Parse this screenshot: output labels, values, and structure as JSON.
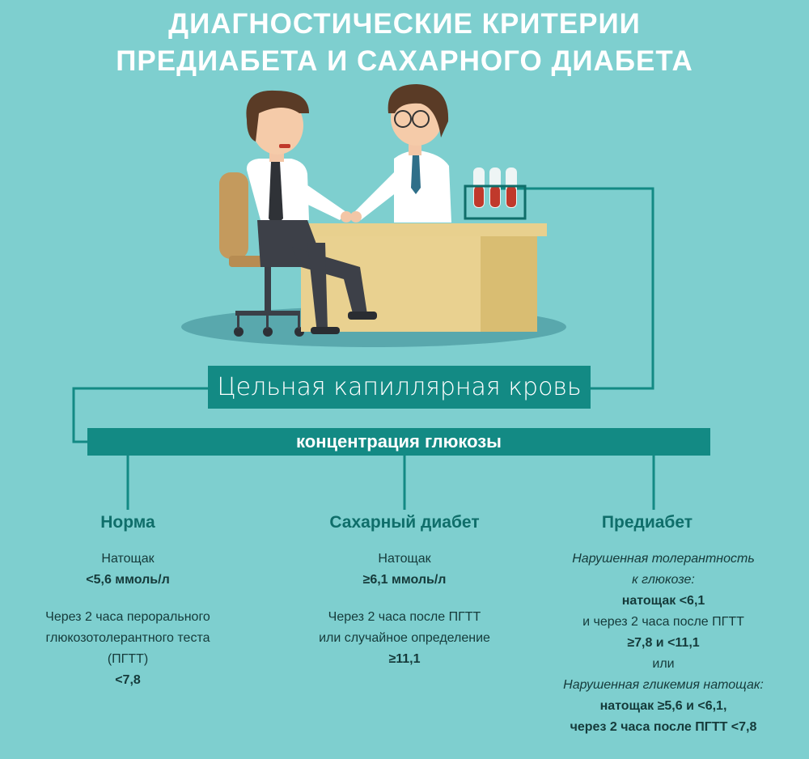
{
  "header": {
    "title_line1": "ДИАГНОСТИЧЕСКИЕ КРИТЕРИИ",
    "title_line2": "ПРЕДИАБЕТА И САХАРНОГО ДИАБЕТА"
  },
  "sample_label": "Цельная капиллярная кровь",
  "measure_label": "концентрация глюкозы",
  "colors": {
    "background": "#7ecfcf",
    "accent": "#138a84",
    "heading": "#0f6e6a"
  },
  "columns": {
    "norm": {
      "title": "Норма",
      "fasting_label": "Натощак",
      "fasting_value": "<5,6 ммоль/л",
      "ogtt_line1": "Через 2 часа перорального",
      "ogtt_line2": "глюкозотолерантного теста",
      "ogtt_line3": "(ПГТТ)",
      "ogtt_value": "<7,8"
    },
    "diabetes": {
      "title": "Сахарный диабет",
      "fasting_label": "Натощак",
      "fasting_value": "≥6,1 ммоль/л",
      "ogtt_line1": "Через 2 часа после ПГТТ",
      "ogtt_line2": "или случайное определение",
      "ogtt_value": "≥11,1"
    },
    "prediabetes": {
      "title": "Предиабет",
      "igt_line1": "Нарушенная толерантность",
      "igt_line2": "к глюкозе:",
      "igt_fasting": "натощак <6,1",
      "igt_after": "и через 2 часа после ПГТТ",
      "igt_after_value": "≥7,8 и <11,1",
      "or_label": "или",
      "ifg_label": "Нарушенная гликемия натощак:",
      "ifg_fasting": "натощак ≥5,6 и <6,1,",
      "ifg_after": "через 2 часа после ПГТТ <7,8"
    }
  }
}
